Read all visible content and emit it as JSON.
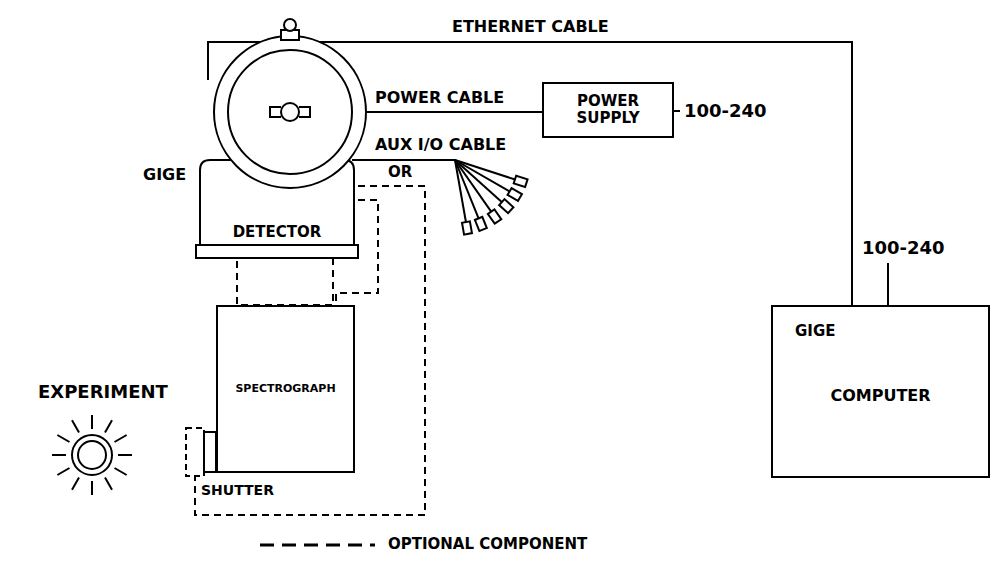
{
  "diagram": {
    "nodes": [
      {
        "text": [
          "DETECTOR"
        ]
      },
      {
        "text": [
          "POWER SUPPLY"
        ]
      },
      {
        "text": [
          "SPECTROGRAPH"
        ]
      },
      {
        "text": [
          "SHUTTER"
        ]
      },
      {
        "text": [
          "EXPERIMENT"
        ]
      },
      {
        "text": [
          "GIGE",
          "COMPUTER"
        ]
      }
    ],
    "edges": [
      {
        "from": 0,
        "to": 5,
        "label": "ETHERNET CABLE",
        "arrow": "none"
      },
      {
        "from": 0,
        "to": 1,
        "label": "POWER CABLE",
        "arrow": "none"
      },
      {
        "from": 0,
        "to": 2,
        "arrow": "none"
      },
      {
        "from": 0,
        "to": 3,
        "arrow": "none"
      }
    ],
    "labels": [
      "GIGE",
      "100-240",
      "AUX I/O CABLE",
      "OR",
      "100-240"
    ],
    "legend": [
      {
        "text": "OPTIONAL COMPONENT"
      }
    ]
  }
}
